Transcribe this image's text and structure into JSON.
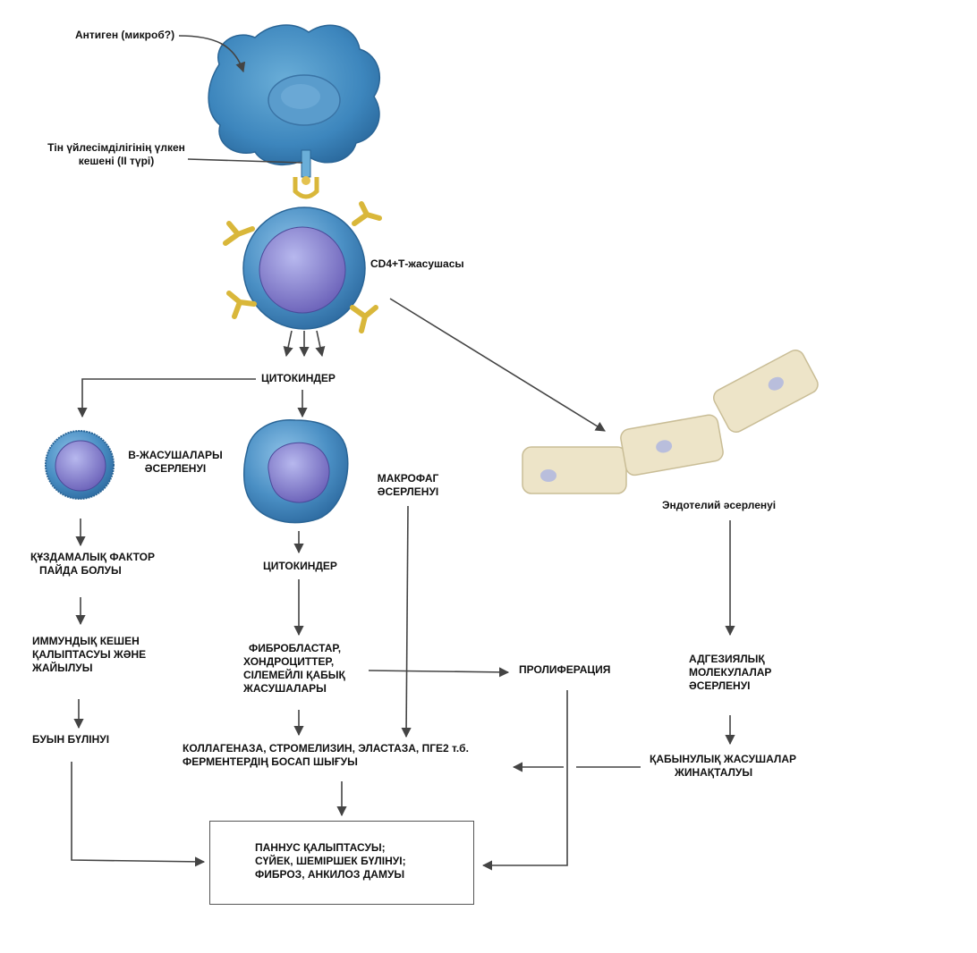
{
  "labels": {
    "antigen": "Антиген (микроб?)",
    "mhc_line1": "Тін үйлесімділігінің үлкен",
    "mhc_line2": "кешені (II түрі)",
    "cd4": "CD4+Т-жасушасы",
    "cytokines_top": "ЦИТОКИНДЕР",
    "b_cells_line1": "В-ЖАСУШАЛАРЫ",
    "b_cells_line2": "ӘСЕРЛЕНУІ",
    "macrophage_line1": "МАКРОФАГ",
    "macrophage_line2": "ӘСЕРЛЕНУІ",
    "endothelium": "Эндотелий әсерленуі",
    "rheum_factor_line1": "ҚҰЗДАМАЛЫҚ ФАКТОР",
    "rheum_factor_line2": "ПАЙДА БОЛУЫ",
    "cytokines_mid": "ЦИТОКИНДЕР",
    "immune_complex_line1": "ИММУНДЫҚ КЕШЕН",
    "immune_complex_line2": "ҚАЛЫПТАСУЫ ЖӘНЕ",
    "immune_complex_line3": "ЖАЙЫЛУЫ",
    "fibroblasts_line1": "ФИБРОБЛАСТАР,",
    "fibroblasts_line2": "ХОНДРОЦИТТЕР,",
    "fibroblasts_line3": "СІЛЕМЕЙЛІ ҚАБЫҚ",
    "fibroblasts_line4": "ЖАСУШАЛАРЫ",
    "proliferation": "ПРОЛИФЕРАЦИЯ",
    "adhesion_line1": "АДГЕЗИЯЛЫҚ",
    "adhesion_line2": "МОЛЕКУЛАЛАР",
    "adhesion_line3": "ӘСЕРЛЕНУІ",
    "joint_destruction": "БУЫН БҮЛІНУІ",
    "enzymes_line1": "КОЛЛАГЕНАЗА, СТРОМЕЛИЗИН, ЭЛАСТАЗА, ПГЕ2 т.б.",
    "enzymes_line2": "ФЕРМЕНТЕРДІҢ БОСАП ШЫҒУЫ",
    "inflammatory_line1": "ҚАБЫНУЛЫҚ ЖАСУШАЛАР",
    "inflammatory_line2": "ЖИНАҚТАЛУЫ",
    "result_line1": "ПАННУС ҚАЛЫПТАСУЫ;",
    "result_line2": "СҮЙЕК, ШЕМІРШЕК БҮЛІНУІ;",
    "result_line3": "ФИБРОЗ, АНКИЛОЗ ДАМУЫ"
  },
  "colors": {
    "cell_blue": "#4a8fc4",
    "cell_dark": "#2f6fa8",
    "nucleus": "#6a6fb8",
    "receptor": "#d9b73a",
    "endothelial": "#ede4c8",
    "endo_nucleus": "#b9bedc",
    "arrow": "#444444"
  }
}
